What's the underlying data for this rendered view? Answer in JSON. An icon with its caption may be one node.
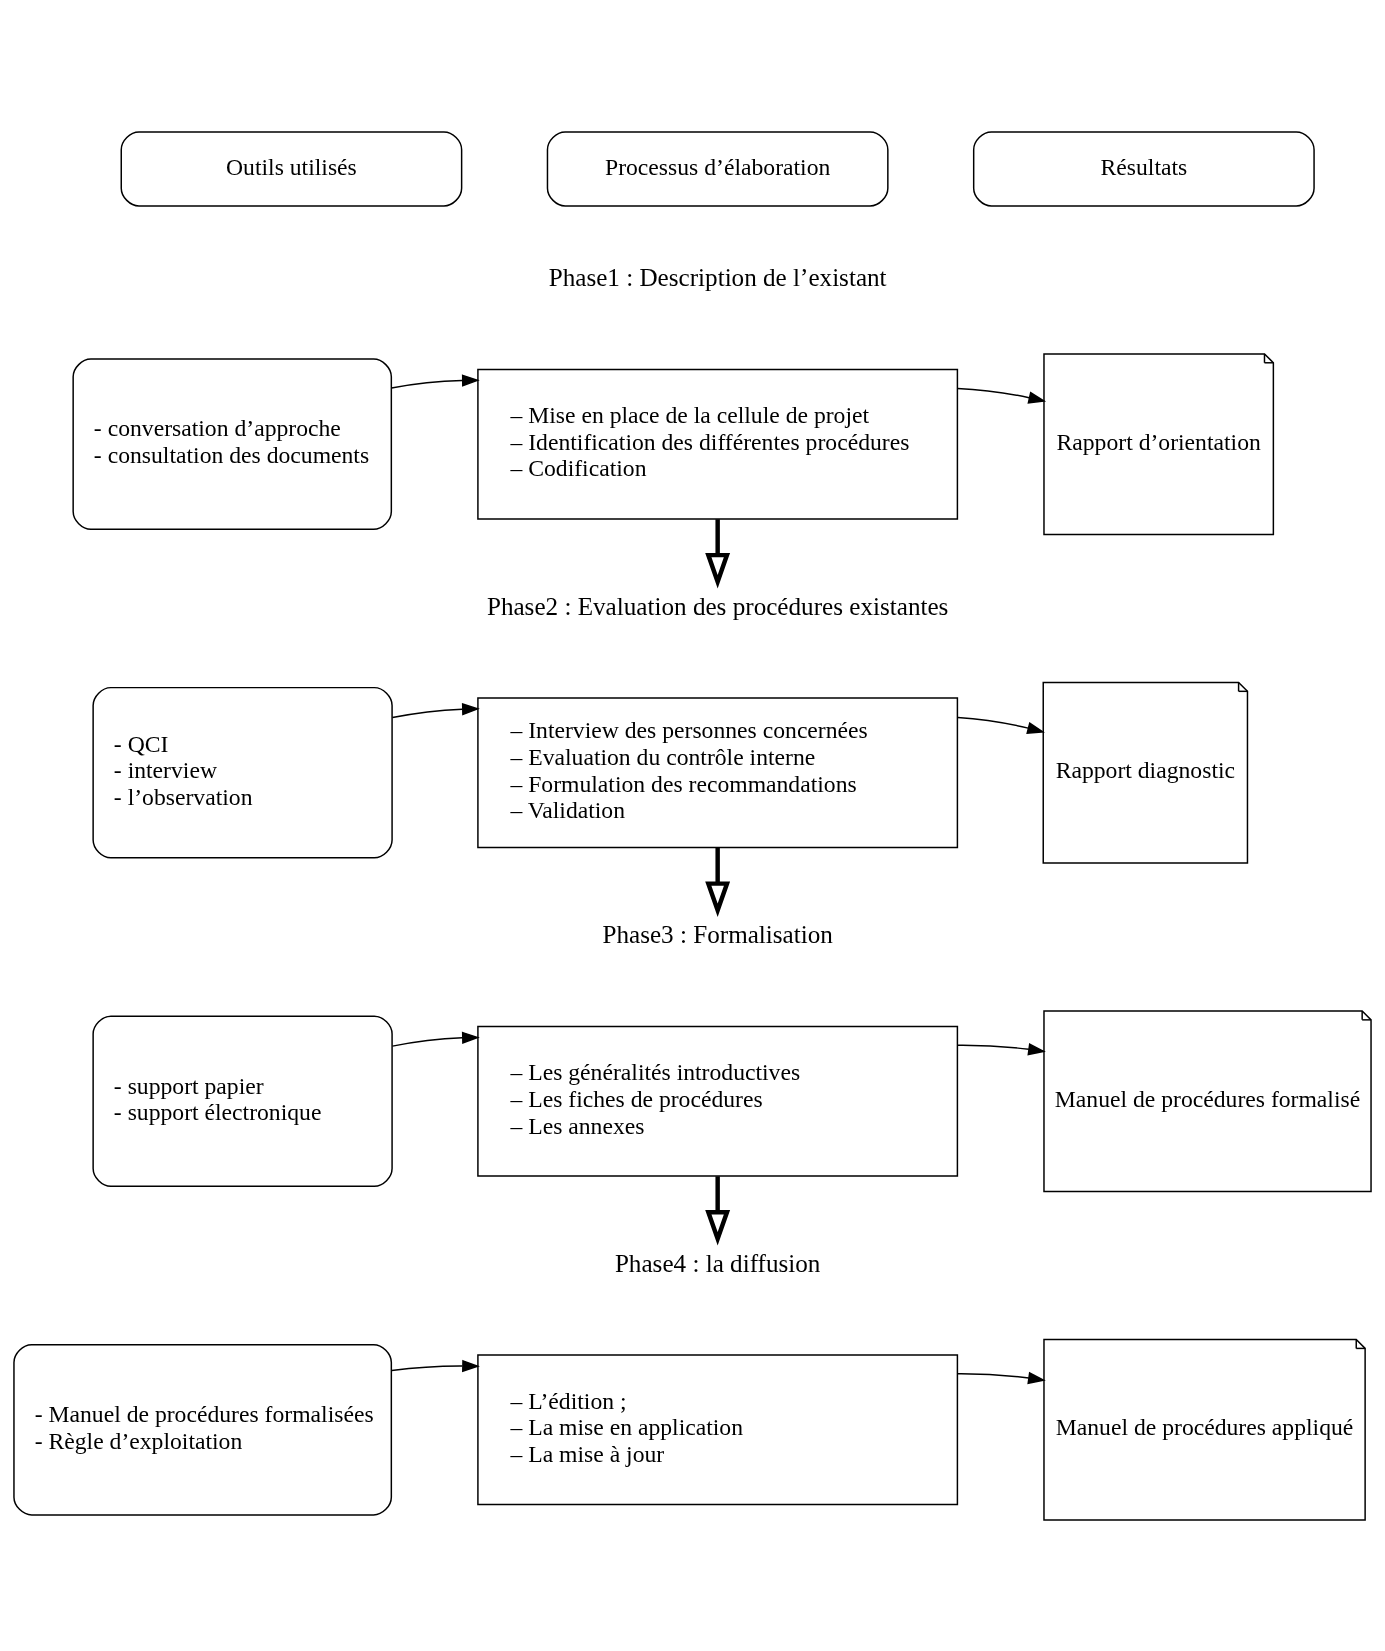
{
  "diagram": {
    "nodes": [
      {
        "text": [
          "Outils utilisés"
        ]
      },
      {
        "text": [
          "Processus d’élaboration"
        ]
      },
      {
        "text": [
          "Résultats"
        ]
      },
      {
        "text": [
          "- conversation d’approche",
          "- consultation des documents"
        ]
      },
      {
        "text": [
          "– Mise en place de la cellule de projet",
          "– Identification des différentes procédures",
          "– Codification"
        ]
      },
      {
        "text": [
          "Rapport d’orientation"
        ]
      },
      {
        "text": [
          "Phase2 : Evaluation des procédures existantes"
        ]
      },
      {
        "text": [
          "- QCI",
          "- interview",
          "- l’observation"
        ]
      },
      {
        "text": [
          "– Interview des personnes concernées",
          "– Evaluation du contrôle interne",
          "– Formulation des recommandations",
          "– Validation"
        ]
      },
      {
        "text": [
          "Rapport diagnostic"
        ]
      },
      {
        "text": [
          "Phase3 : Formalisation"
        ]
      },
      {
        "text": [
          "- support papier",
          "- support électronique"
        ]
      },
      {
        "text": [
          "– Les généralités introductives",
          "– Les fiches de procédures",
          "– Les annexes"
        ]
      },
      {
        "text": [
          "Manuel de procédures formalisé"
        ]
      },
      {
        "text": [
          "Phase4 : la diffusion"
        ]
      },
      {
        "text": [
          "- Manuel de procédures formalisées",
          "- Règle d’exploitation"
        ]
      },
      {
        "text": [
          "– L’édition ;",
          "– La mise en application",
          "– La mise à jour"
        ]
      },
      {
        "text": [
          "Manuel de procédures appliqué"
        ]
      }
    ],
    "edges": [
      {
        "from": 3,
        "to": 4,
        "arrow": "to"
      },
      {
        "from": 4,
        "to": 5,
        "arrow": "to"
      },
      {
        "from": 4,
        "to": 6,
        "arrow": "to",
        "style": "thick"
      },
      {
        "from": 7,
        "to": 8,
        "arrow": "to"
      },
      {
        "from": 8,
        "to": 9,
        "arrow": "to"
      },
      {
        "from": 8,
        "to": 10,
        "arrow": "to",
        "style": "thick"
      },
      {
        "from": 11,
        "to": 12,
        "arrow": "to"
      },
      {
        "from": 12,
        "to": 13,
        "arrow": "to"
      },
      {
        "from": 12,
        "to": 14,
        "arrow": "to",
        "style": "thick"
      },
      {
        "from": 15,
        "to": 16,
        "arrow": "to"
      },
      {
        "from": 16,
        "to": 17,
        "arrow": "to"
      }
    ],
    "labels": [
      "Phase1 : Description de l’existant"
    ]
  }
}
